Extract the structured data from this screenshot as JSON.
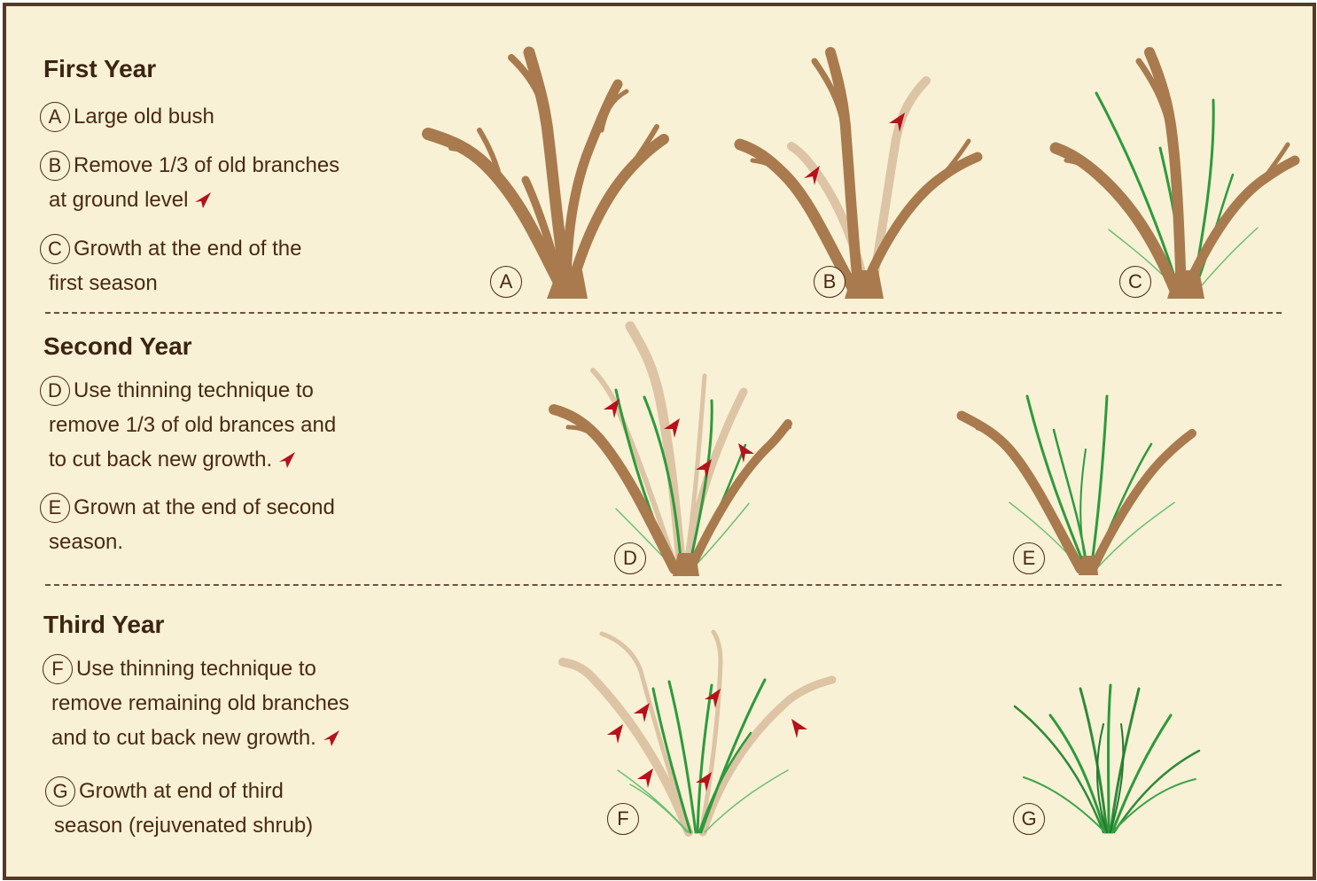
{
  "colors": {
    "background": "#f8f1d5",
    "frame": "#553a26",
    "text": "#4a2a12",
    "old_branch": "#a87a4e",
    "removed_branch": "#dcc4a4",
    "new_growth": "#2e9a3c",
    "cut_marker": "#b5121b"
  },
  "icons": {
    "cut_marker": "red-arrowhead-icon"
  },
  "sections": [
    {
      "title": "First Year",
      "steps": [
        {
          "letter": "A",
          "lines": [
            "Large old bush"
          ]
        },
        {
          "letter": "B",
          "lines": [
            "Remove 1/3 of old branches",
            "at ground level"
          ],
          "cut_marker": true
        },
        {
          "letter": "C",
          "lines": [
            "Growth at the end of the",
            "first season"
          ]
        }
      ]
    },
    {
      "title": "Second Year",
      "steps": [
        {
          "letter": "D",
          "lines": [
            "Use thinning technique to",
            "remove 1/3 of old brances and",
            "to cut back new growth."
          ],
          "cut_marker": true
        },
        {
          "letter": "E",
          "lines": [
            "Grown at the end of second",
            "season."
          ]
        }
      ]
    },
    {
      "title": "Third Year",
      "steps": [
        {
          "letter": "F",
          "lines": [
            "Use thinning technique to",
            "remove remaining old branches",
            "and to cut back new  growth."
          ],
          "cut_marker": true
        },
        {
          "letter": "G",
          "lines": [
            "Growth at end of third",
            "season (rejuvenated shrub)"
          ]
        }
      ]
    }
  ],
  "illustrations": [
    {
      "label": "A"
    },
    {
      "label": "B"
    },
    {
      "label": "C"
    },
    {
      "label": "D"
    },
    {
      "label": "E"
    },
    {
      "label": "F"
    },
    {
      "label": "G"
    }
  ]
}
